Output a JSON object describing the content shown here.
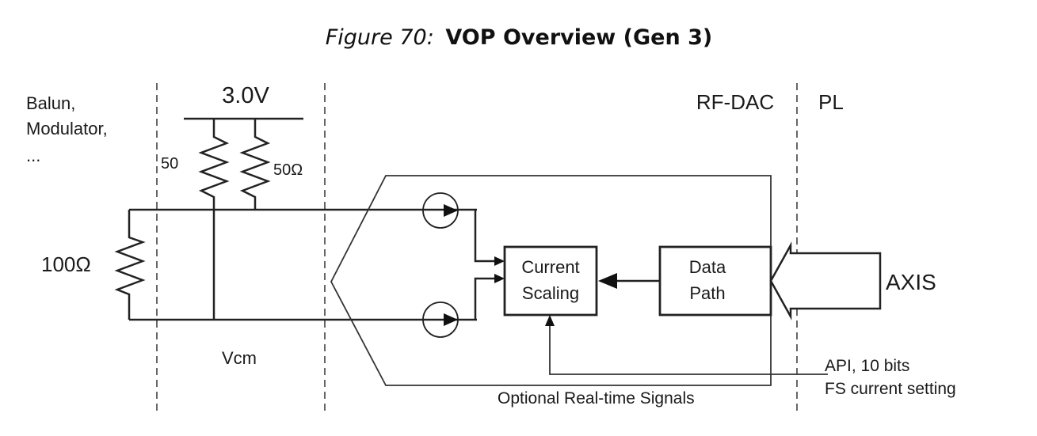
{
  "figure": {
    "caption_prefix": "Figure 70:",
    "caption_title": "VOP Overview (Gen 3)"
  },
  "labels": {
    "external": [
      "Balun,",
      "Modulator,",
      "..."
    ],
    "supply_voltage": "3.0V",
    "pullup_left": "50",
    "pullup_right": "50Ω",
    "termination": "100Ω",
    "vcm": "Vcm",
    "rf_dac": "RF-DAC",
    "pl": "PL",
    "axis": "AXIS",
    "optional_signals": "Optional Real-time Signals",
    "api_line1": "API, 10 bits",
    "api_line2": "FS current setting"
  },
  "blocks": {
    "current_scaling": [
      "Current",
      "Scaling"
    ],
    "data_path": [
      "Data",
      "Path"
    ]
  }
}
